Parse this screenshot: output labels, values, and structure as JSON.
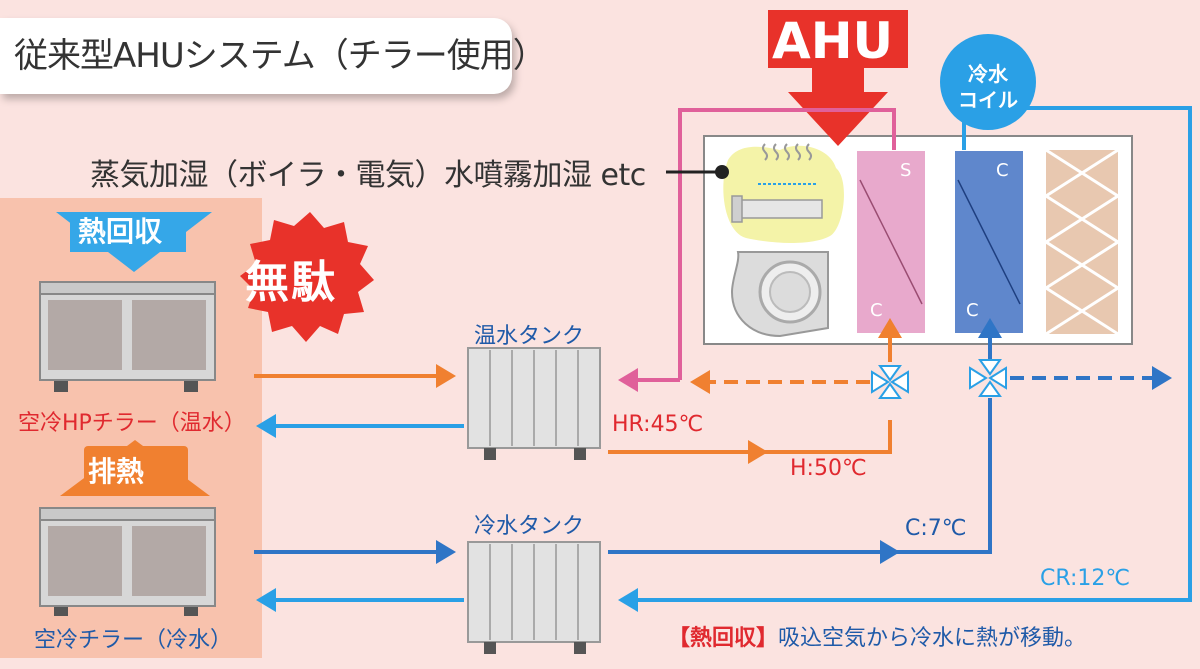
{
  "title": "従来型AHUシステム（チラー使用）",
  "left_panel": {
    "heat_recovery_label": "熱回収",
    "hp_chiller_label": "空冷HPチラー（温水）",
    "exhaust_heat_label": "排熱",
    "chiller_label": "空冷チラー（冷水）"
  },
  "waste_burst_label": "無駄",
  "tanks": {
    "warm_label": "温水タンク",
    "cold_label": "冷水タンク"
  },
  "temperatures": {
    "hr": "HR:45℃",
    "h": "H:50℃",
    "c": "C:7℃",
    "cr": "CR:12℃"
  },
  "ahu": {
    "label": "AHU",
    "humidifier_caption": "蒸気加湿（ボイラ・電気）水噴霧加湿 etc",
    "cold_coil_line1": "冷水",
    "cold_coil_line2": "コイル",
    "hot_coil_top": "S",
    "hot_coil_bottom": "C",
    "cold_coil_top": "C",
    "cold_coil_bottom": "C"
  },
  "footer": {
    "bracket_label": "【熱回収】",
    "text": "吸込空気から冷水に熱が移動。"
  },
  "colors": {
    "hot_pipe": "#f08030",
    "cold_pipe": "#2f75c6",
    "return_cold_pipe": "#2aa0e6",
    "steam_pipe": "#e0609a",
    "ahu_red": "#e8322a",
    "background": "#fbe3e0",
    "panel": "#f8c2ad"
  }
}
